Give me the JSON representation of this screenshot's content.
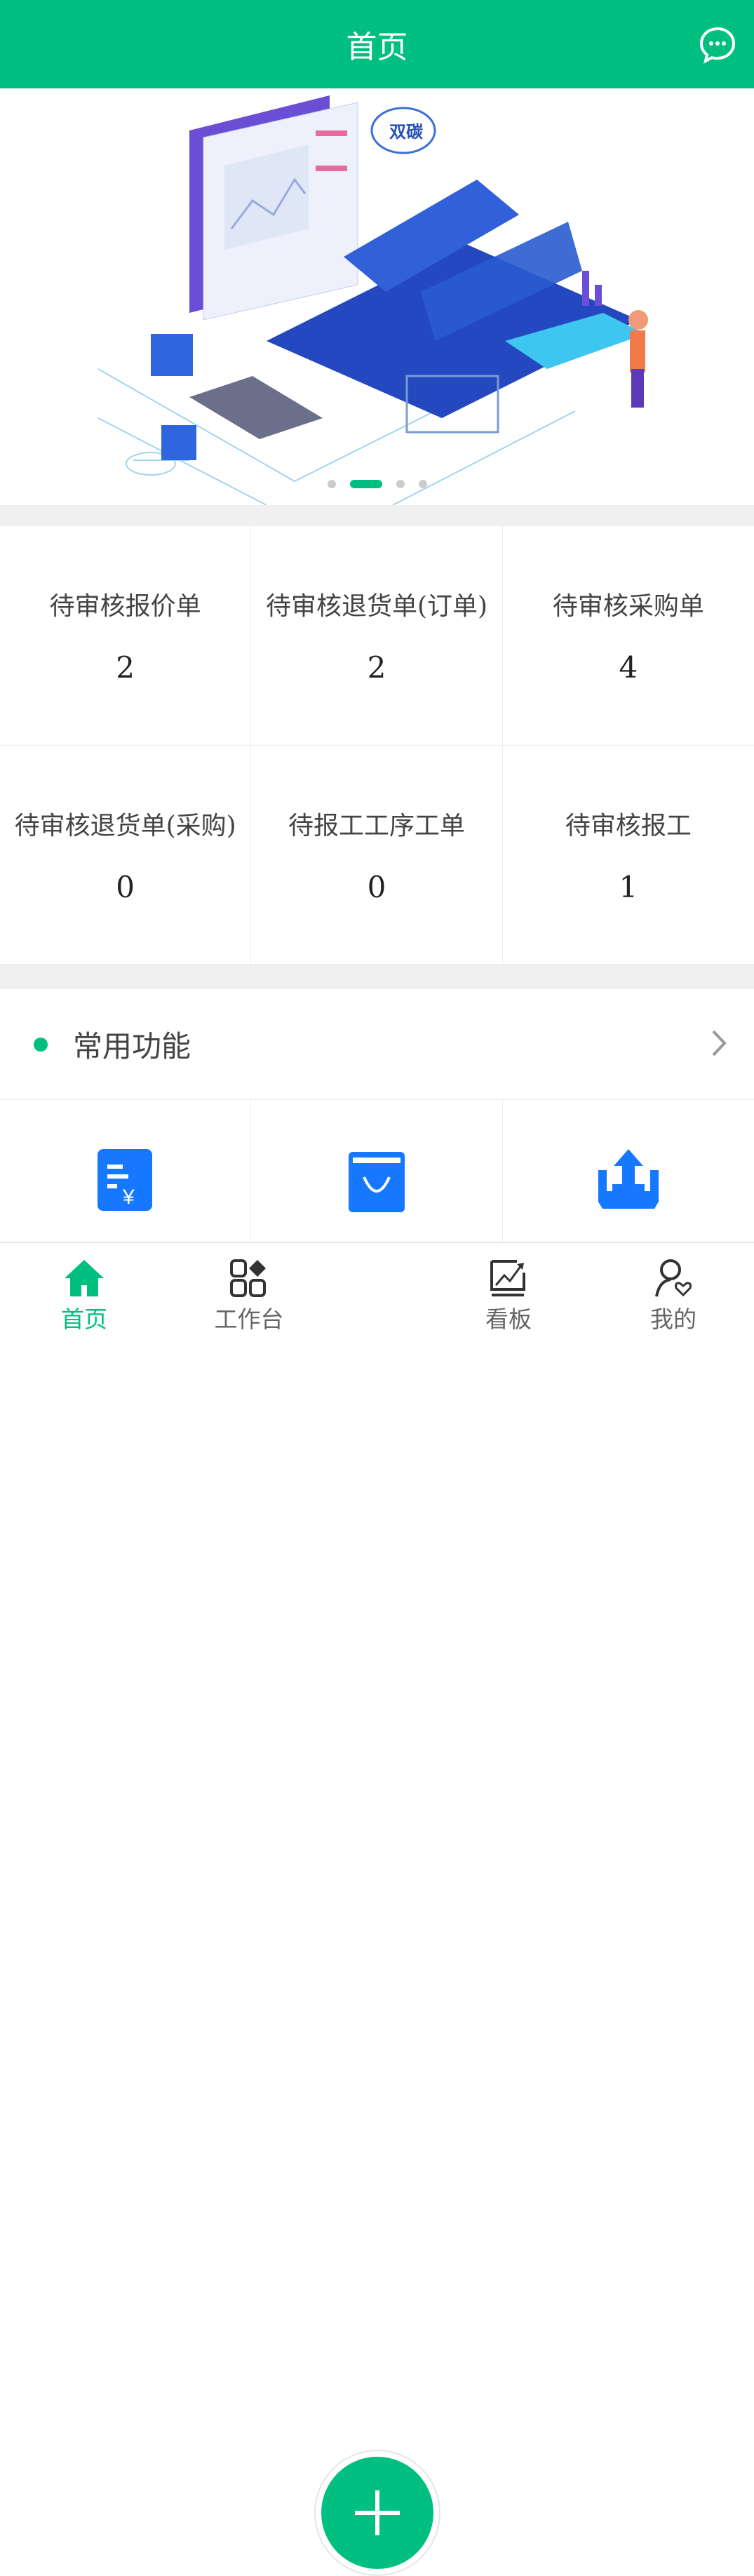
{
  "header": {
    "title": "首页",
    "message_icon": "chat-bubble-icon"
  },
  "banner": {
    "cloud_text": "双碳",
    "slide_count": 4,
    "active_slide": 2
  },
  "stats": [
    {
      "label": "待审核报价单",
      "value": "2"
    },
    {
      "label": "待审核退货单(订单)",
      "value": "2"
    },
    {
      "label": "待审核采购单",
      "value": "4"
    },
    {
      "label": "待审核退货单(采购)",
      "value": "0"
    },
    {
      "label": "待报工工序工单",
      "value": "0"
    },
    {
      "label": "待审核报工",
      "value": "1"
    }
  ],
  "section": {
    "title": "常用功能"
  },
  "functions": [
    {
      "icon": "quote-document-icon"
    },
    {
      "icon": "shopping-bag-icon"
    },
    {
      "icon": "inbox-upload-icon"
    }
  ],
  "tabs": [
    {
      "label": "首页"
    },
    {
      "label": "工作台"
    },
    {
      "label": "看板"
    },
    {
      "label": "我的"
    }
  ],
  "colors": {
    "brand": "#00bf80",
    "icon_blue": "#1677ff"
  }
}
